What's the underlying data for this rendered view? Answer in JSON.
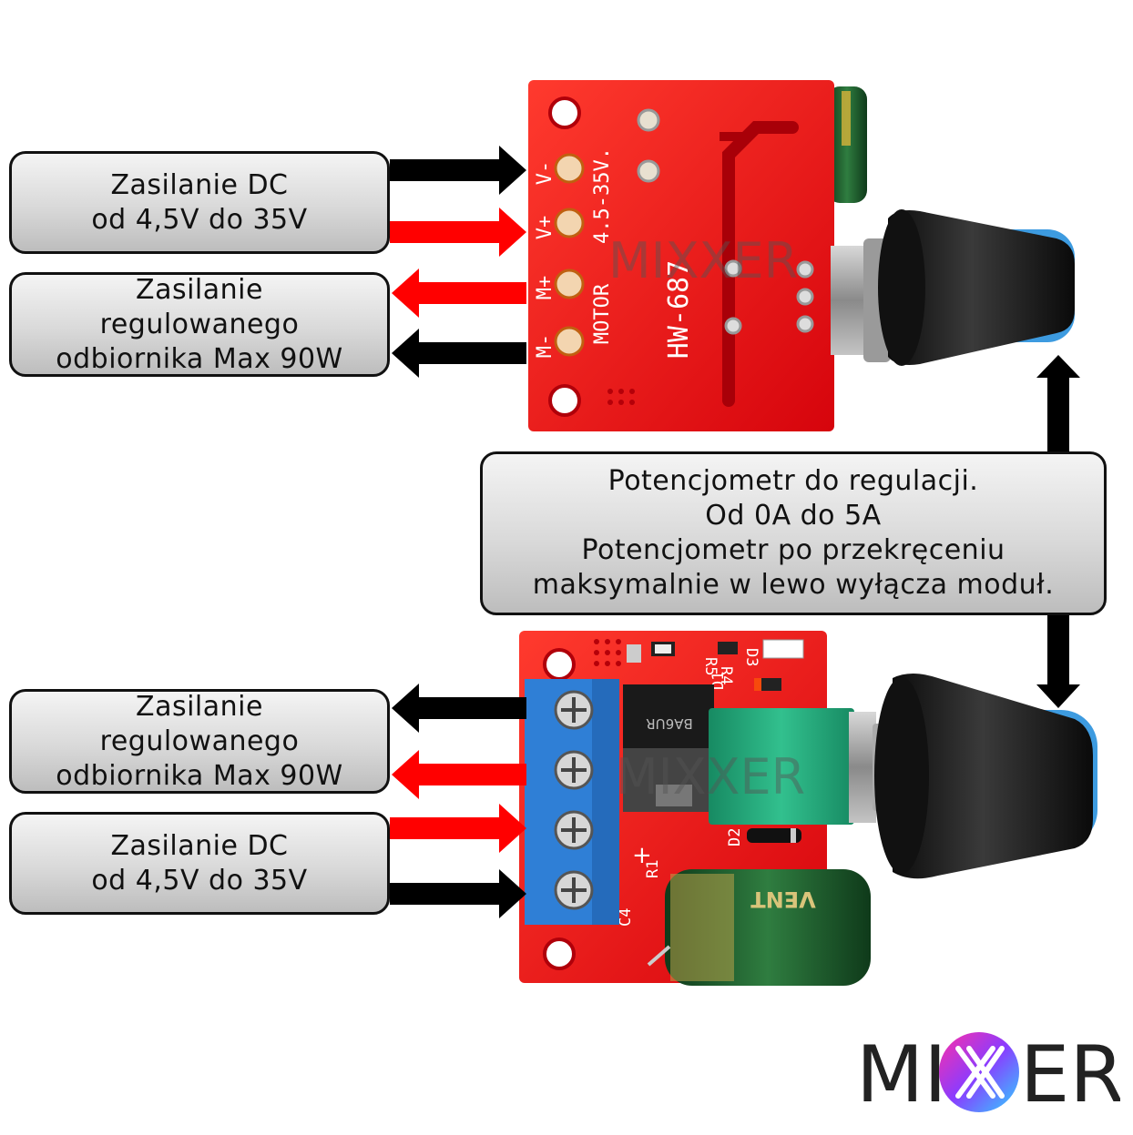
{
  "top_board": {
    "pin_labels": [
      "V-",
      "V+",
      "M+",
      "M-"
    ],
    "voltage_label": "4.5-35V.",
    "motor_label": "MOTOR",
    "model_label": "HW-687"
  },
  "bottom_board": {
    "component_labels": [
      "R5",
      "D3",
      "R4",
      "D1",
      "D2",
      "R1",
      "C4"
    ],
    "chip_label": "BA6UR",
    "capacitor_brand": "VENT"
  },
  "callouts": {
    "supply_top": [
      "Zasilanie DC",
      "od 4,5V do 35V"
    ],
    "load_top": [
      "Zasilanie",
      "regulowanego",
      "odbiornika Max 90W"
    ],
    "potentiometer": [
      "Potencjometr do regulacji.",
      "Od 0A do 5A",
      "Potencjometr po przekręceniu",
      "maksymalnie w lewo wyłącza moduł."
    ],
    "load_bottom": [
      "Zasilanie",
      "regulowanego",
      "odbiornika Max 90W"
    ],
    "supply_bottom": [
      "Zasilanie DC",
      "od 4,5V do 35V"
    ]
  },
  "arrows": {
    "top": [
      {
        "color": "#000000",
        "direction": "right"
      },
      {
        "color": "#ff0000",
        "direction": "right"
      },
      {
        "color": "#ff0000",
        "direction": "left"
      },
      {
        "color": "#000000",
        "direction": "left"
      }
    ],
    "bottom": [
      {
        "color": "#000000",
        "direction": "left"
      },
      {
        "color": "#ff0000",
        "direction": "left"
      },
      {
        "color": "#ff0000",
        "direction": "right"
      },
      {
        "color": "#000000",
        "direction": "right"
      }
    ],
    "vertical": "double-headed"
  },
  "watermark": "MIXXER",
  "logo": {
    "text_left": "MI",
    "text_right": "ER"
  },
  "colors": {
    "board": "#e8121a",
    "knob_blue": "#3d9be0",
    "terminal_blue": "#2f7fd6",
    "pot_green": "#22a37a",
    "cap_green": "#1f5a2c"
  }
}
